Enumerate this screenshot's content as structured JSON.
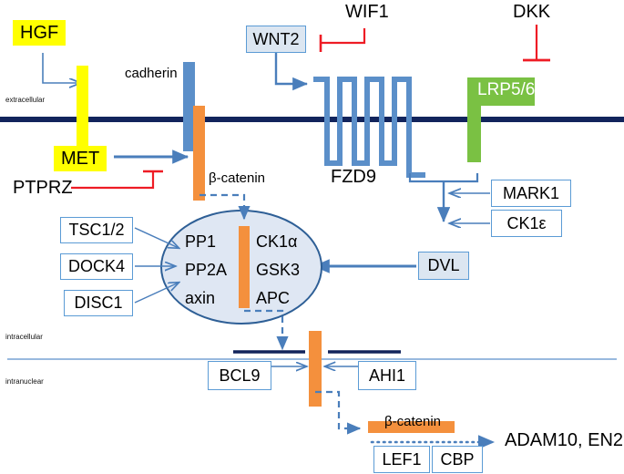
{
  "diagram": {
    "title_present": false,
    "compartments": [
      {
        "id": "extracellular",
        "label": "extracellular"
      },
      {
        "id": "intracellular",
        "label": "intracellular"
      },
      {
        "id": "intranuclear",
        "label": "intranuclear"
      }
    ],
    "colors": {
      "membrane": "#12245c",
      "receptor_blue": "#5b8fc9",
      "beta_catenin_orange": "#f4903d",
      "highlight_yellow": "#ffff00",
      "lrp_green": "#7ac143",
      "inhibitor_red": "#ee1c25",
      "arrow_blue": "#4a7ebb",
      "box_border": "#5b9bd5",
      "box_fill_pale": "#dce6f1",
      "nucleus_fill": "#dfe7f3",
      "nucleus_stroke": "#2e5f96",
      "dna_navy": "#12245c"
    }
  },
  "ligands": {
    "hgf": "HGF",
    "wnt2": "WNT2",
    "wif1": "WIF1",
    "dkk": "DKK"
  },
  "receptors": {
    "met": "MET",
    "cadherin": "cadherin",
    "fzd9": "FZD9",
    "lrp56": "LRP5/6"
  },
  "inhibitors": {
    "ptprz": "PTPRZ"
  },
  "beta_catenin": {
    "membrane_pool_label": "β-catenin",
    "nuclear_pool_label": "β-catenin"
  },
  "destruction_complex": {
    "left_column": [
      "PP1",
      "PP2A",
      "axin"
    ],
    "right_column": [
      "CK1α",
      "GSK3",
      "APC"
    ]
  },
  "regulators": {
    "tsc": "TSC1/2",
    "dock4": "DOCK4",
    "disc1": "DISC1",
    "mark1": "MARK1",
    "ck1e": "CK1ε",
    "dvl": "DVL"
  },
  "nuclear_factors": {
    "bcl9": "BCL9",
    "ahi1": "AHI1",
    "lef1": "LEF1",
    "cbp": "CBP"
  },
  "targets": {
    "genes": "ADAM10, EN2"
  }
}
